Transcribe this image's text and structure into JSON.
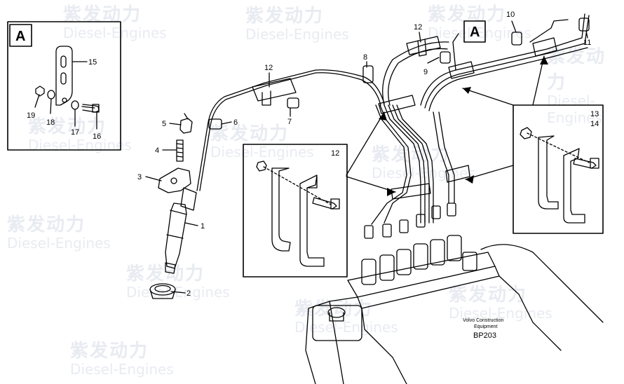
{
  "watermark": {
    "brand_cn": "紫发动力",
    "brand_en": "Diesel-Engines"
  },
  "detail_a": {
    "box_label": "A",
    "callouts": {
      "c15": "15",
      "c19": "19",
      "c18": "18",
      "c17": "17",
      "c16": "16"
    }
  },
  "main": {
    "box_label": "A",
    "callouts": {
      "c1": "1",
      "c2": "2",
      "c3": "3",
      "c4": "4",
      "c5": "5",
      "c6": "6",
      "c7": "7",
      "c8": "8",
      "c9": "9",
      "c10": "10",
      "c11": "11",
      "c12a": "12",
      "c12b": "12"
    }
  },
  "detail_12": {
    "label": "12"
  },
  "detail_13_14": {
    "label_a": "13",
    "label_b": "14"
  },
  "caption": {
    "line1": "Volvo Construction",
    "line2": "Equipment",
    "code": "BP203"
  }
}
